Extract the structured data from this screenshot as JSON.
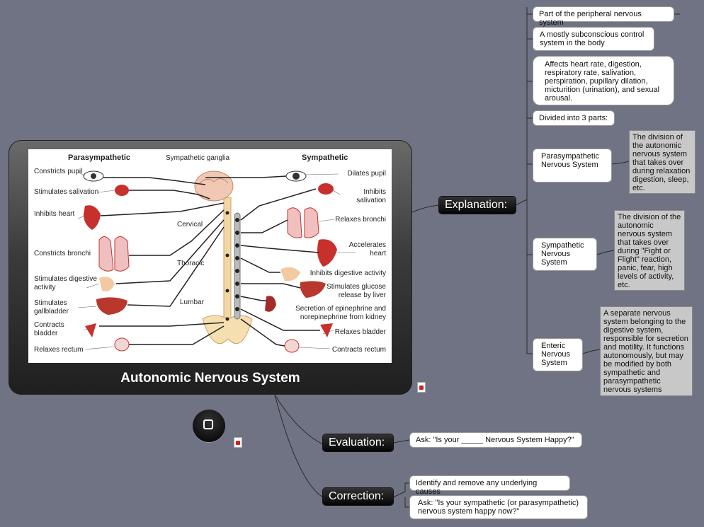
{
  "central": {
    "title": "Autonomic Nervous System",
    "diagram": {
      "parasympathetic_heading": "Parasympathetic",
      "sympathetic_heading": "Sympathetic",
      "ganglia_label": "Sympathetic ganglia",
      "spine_regions": [
        "Cervical",
        "Thoracic",
        "Lumbar"
      ],
      "left_labels": [
        "Constricts pupil",
        "Stimulates salivation",
        "Inhibits heart",
        "Constricts bronchi",
        "Stimulates digestive",
        "activity",
        "Stimulates",
        "gallbladder",
        "Contracts",
        "bladder",
        "Relaxes rectum"
      ],
      "right_labels": [
        "Dilates pupil",
        "Inhibits",
        "salivation",
        "Relaxes bronchi",
        "Accelerates",
        "heart",
        "Inhibits digestive activity",
        "Stimulates glucose",
        "release by liver",
        "Secretion of epinephrine and",
        "norepinephrine from kidney",
        "Relaxes bladder",
        "Contracts rectum"
      ]
    }
  },
  "topics": {
    "explanation": "Explanation:",
    "evaluation": "Evaluation:",
    "correction": "Correction:"
  },
  "explanation_notes": {
    "peripheral": "Part of the peripheral nervous system",
    "subconscious": "A mostly subconscious control system in the body",
    "affects": "Affects heart rate, digestion, respiratory rate, salivation, perspiration, pupillary dilation, micturition (urination), and sexual arousal.",
    "divided": "Divided into 3 parts:",
    "parasympathetic": "Parasympathetic Nervous System",
    "parasympathetic_desc": "The division of the autonomic nervous system that takes over during relaxation digestion, sleep, etc.",
    "sympathetic": "Sympathetic Nervous System",
    "sympathetic_desc": "The division of the autonomic nervous system that takes over during \"Fight or Flight\" reaction, panic, fear, high levels of activity, etc.",
    "enteric": "Enteric Nervous System",
    "enteric_desc": "A separate nervous system belonging to the digestive system, responsible for secretion and motility. It functions autonomously, but may be modified by both sympathetic and parasympathetic nervous systems"
  },
  "evaluation_notes": {
    "ask": "Ask: \"Is your _____ Nervous System Happy?\""
  },
  "correction_notes": {
    "identify": "Identify and remove any underlying causes",
    "ask": "Ask: \"Is your sympathetic (or parasympathetic) nervous system happy now?\""
  },
  "colors": {
    "background": "#6f7383",
    "topic": "#111111",
    "note": "#ffffff",
    "description": "#c8c8c8",
    "organ": "#c8302c"
  }
}
